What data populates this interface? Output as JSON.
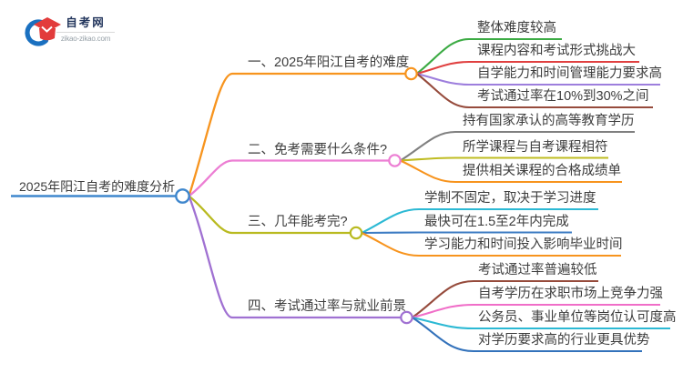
{
  "logo": {
    "site_name": "自考网",
    "site_url": "zikao-zikao.com"
  },
  "root": {
    "text": "2025年阳江自考的难度分析",
    "color": "#3f87cd"
  },
  "branches": [
    {
      "label": "一、2025年阳江自考的难度",
      "color": "#f7941e",
      "children": [
        {
          "text": "整体难度较高",
          "color": "#3cab44"
        },
        {
          "text": "课程内容和考试形式挑战大",
          "color": "#e04040"
        },
        {
          "text": "自学能力和时间管理能力要求高",
          "color": "#9d7edd"
        },
        {
          "text": "考试通过率在10%到30%之间",
          "color": "#964b3c"
        }
      ]
    },
    {
      "label": "二、免考需要什么条件?",
      "color": "#ec7ed3",
      "children": [
        {
          "text": "持有国家承认的高等教育学历",
          "color": "#808080"
        },
        {
          "text": "所学课程与自考课程相符",
          "color": "#bfbc22"
        },
        {
          "text": "提供相关课程的合格成绩单",
          "color": "#f7941e"
        }
      ]
    },
    {
      "label": "三、几年能考完?",
      "color": "#b9ba20",
      "children": [
        {
          "text": "学制不固定，取决于学习进度",
          "color": "#2cb9d4"
        },
        {
          "text": "最快可在1.5至2年内完成",
          "color": "#3d7cc3"
        },
        {
          "text": "学习能力和时间投入影响毕业时间",
          "color": "#f7941e"
        }
      ]
    },
    {
      "label": "四、考试通过率与就业前景",
      "color": "#a071d2",
      "children": [
        {
          "text": "考试通过率普遍较低",
          "color": "#964b3c"
        },
        {
          "text": "自考学历在求职市场上竞争力强",
          "color": "#f06ec8"
        },
        {
          "text": "公务员、事业单位等岗位认可度高",
          "color": "#2cb9d4"
        },
        {
          "text": "对学历要求高的行业更具优势",
          "color": "#3372bb"
        }
      ]
    }
  ]
}
